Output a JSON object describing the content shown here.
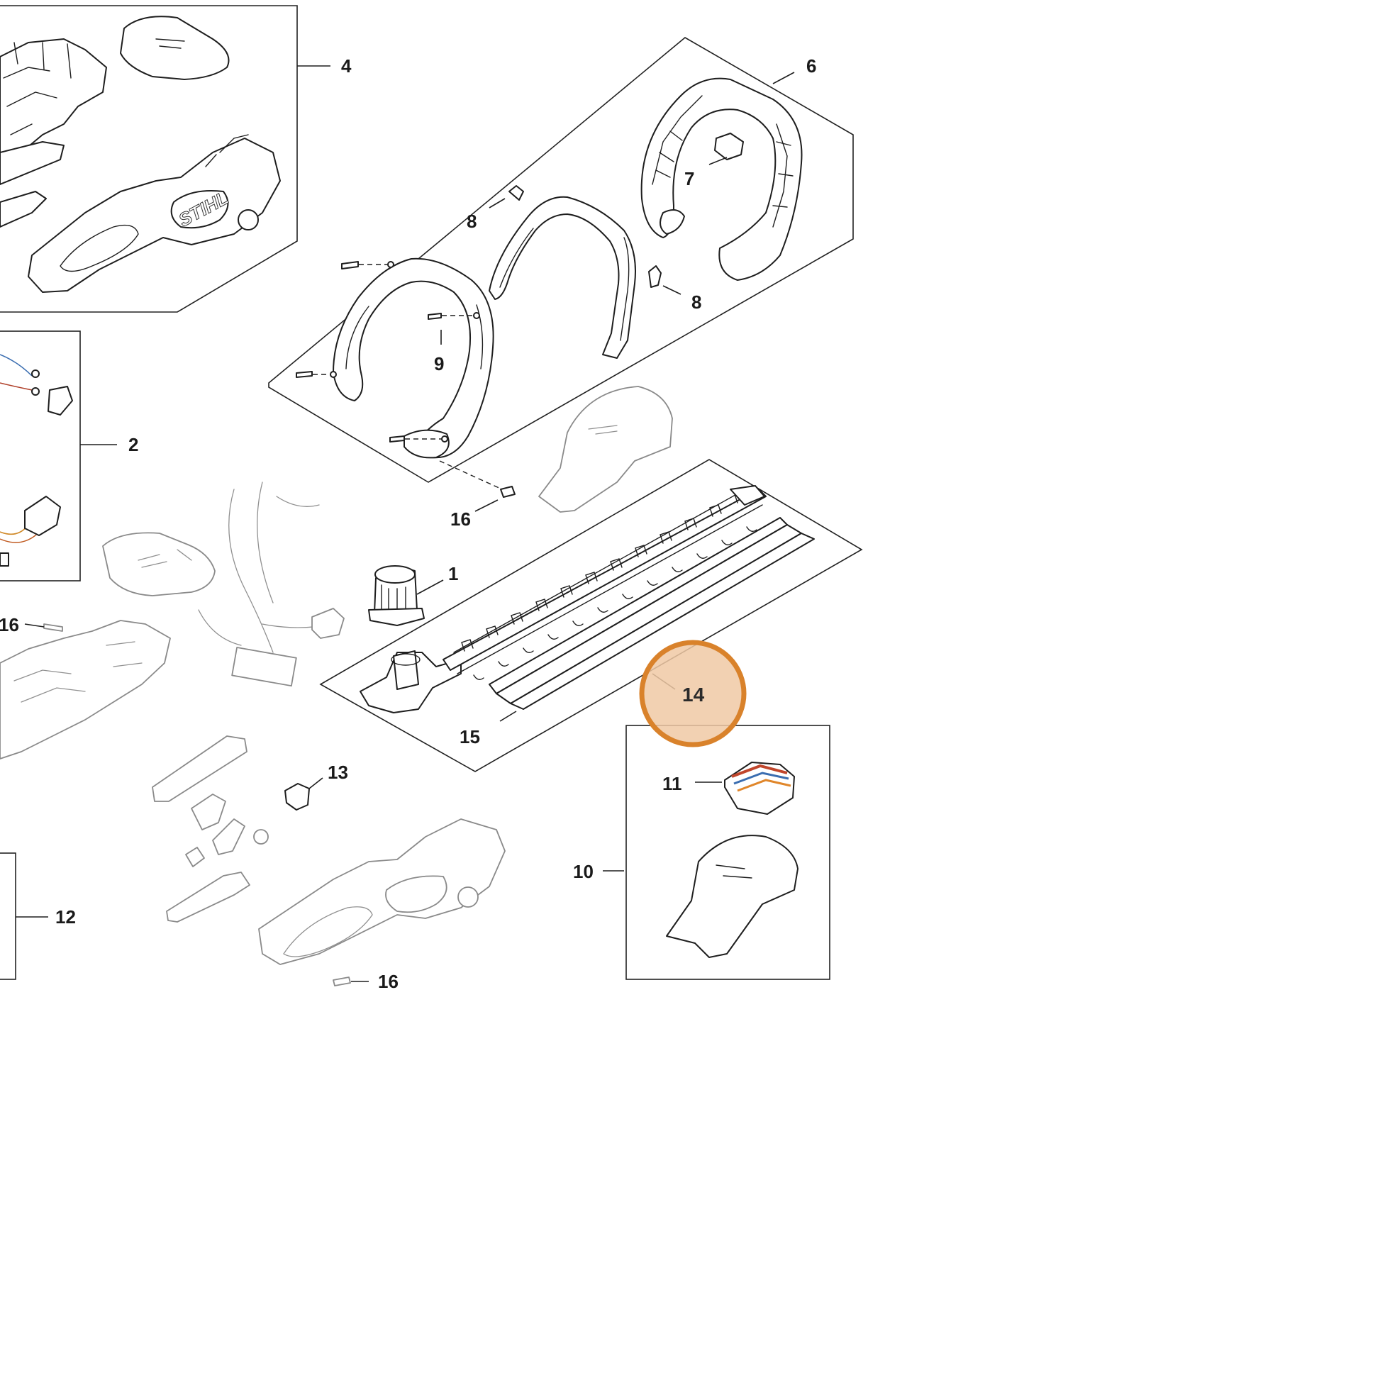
{
  "diagram": {
    "brand_logo": "STIHL",
    "highlight": {
      "label": "14",
      "fill": "#f0c9a4",
      "stroke": "#d9822b"
    },
    "labels": {
      "l1": "1",
      "l2": "2",
      "l4": "4",
      "l6": "6",
      "l7": "7",
      "l8a": "8",
      "l8b": "8",
      "l9": "9",
      "l10": "10",
      "l11": "11",
      "l12": "12",
      "l13": "13",
      "l15": "15",
      "l16a": "16",
      "l16b": "16",
      "l16c": "16"
    }
  }
}
